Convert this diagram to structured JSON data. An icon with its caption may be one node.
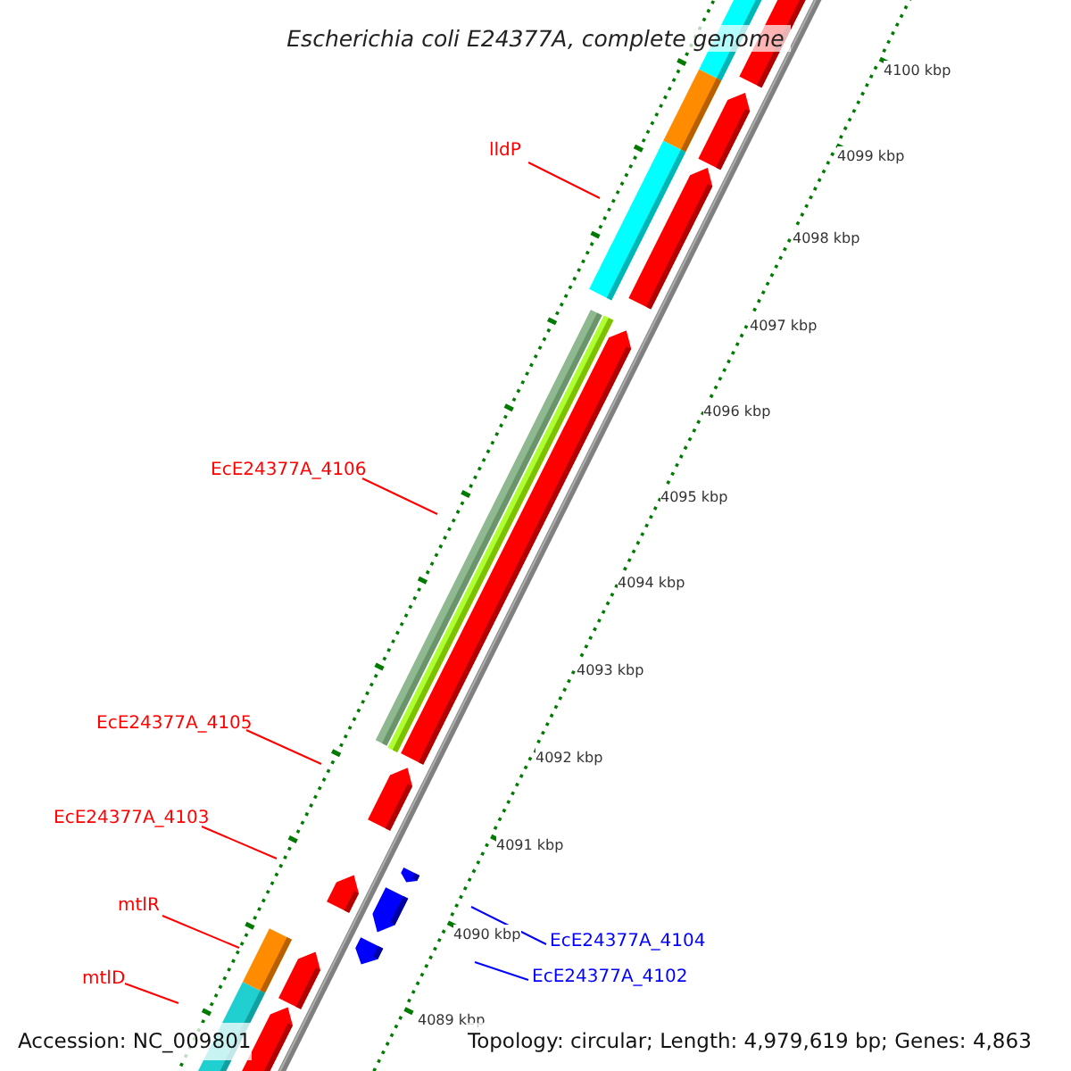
{
  "diagram": {
    "title": "Escherichia coli E24377A, complete genome",
    "nodes": [
      {
        "text": [
          "lldP"
        ]
      },
      {
        "text": [
          "EcE24377A_4106"
        ]
      },
      {
        "text": [
          "EcE24377A_4105"
        ]
      },
      {
        "text": [
          "EcE24377A_4103"
        ]
      },
      {
        "text": [
          "mtlR"
        ]
      },
      {
        "text": [
          "mtlD"
        ]
      },
      {
        "text": [
          "EcE24377A_4104"
        ]
      },
      {
        "text": [
          "EcE24377A_4102"
        ]
      }
    ],
    "edges": [
      {
        "from": 0,
        "to": null,
        "arrow": "none"
      },
      {
        "from": 1,
        "to": null,
        "arrow": "none"
      },
      {
        "from": 2,
        "to": null,
        "arrow": "none"
      },
      {
        "from": 3,
        "to": null,
        "arrow": "none"
      },
      {
        "from": 4,
        "to": null,
        "arrow": "none"
      },
      {
        "from": 5,
        "to": null,
        "arrow": "none"
      },
      {
        "from": 6,
        "to": null,
        "arrow": "none",
        "color": "#0000ff"
      },
      {
        "from": 7,
        "to": null,
        "arrow": "none",
        "color": "#0000ff"
      }
    ],
    "labels": [
      "4100 kbp",
      "4099 kbp",
      "4098 kbp",
      "4097 kbp",
      "4096 kbp",
      "4095 kbp",
      "4094 kbp",
      "4093 kbp",
      "4092 kbp",
      "4091 kbp",
      "4090 kbp",
      "4089 kbp",
      "Accession: NC_009801",
      "Topology: circular; Length: 4,979,619 bp; Genes: 4,863"
    ]
  }
}
